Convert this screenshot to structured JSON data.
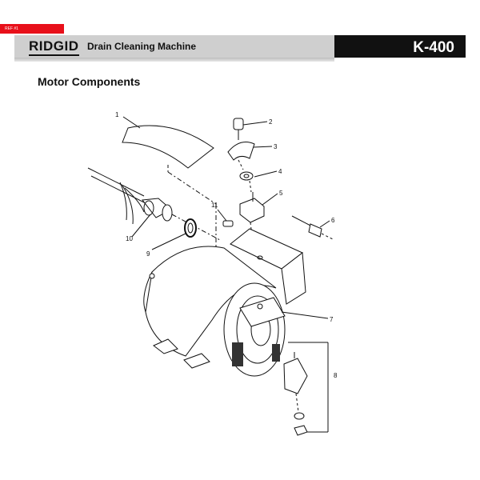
{
  "ref_tag": "REF #1",
  "header": {
    "logo": "RIDGID",
    "title": "Drain Cleaning Machine",
    "model": "K-400"
  },
  "section_title": "Motor Components",
  "callouts": {
    "c1": "1",
    "c2": "2",
    "c3": "3",
    "c4": "4",
    "c5": "5",
    "c6": "6",
    "c7": "7",
    "c8": "8",
    "c9": "9",
    "c10": "10",
    "c11": "11"
  }
}
